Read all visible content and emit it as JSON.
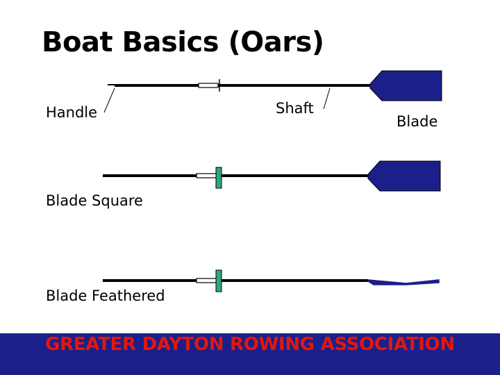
{
  "title": "Boat Basics (Oars)",
  "labels": {
    "handle": "Handle",
    "shaft": "Shaft",
    "blade": "Blade",
    "blade_square": "Blade Square",
    "blade_feathered": "Blade Feathered"
  },
  "footer": {
    "text": "GREATER DAYTON ROWING ASSOCIATION"
  },
  "colors": {
    "blade": "#1b1f8a",
    "button": "#2fa77b",
    "footer_bg": "#1b1f8a",
    "footer_text": "#e3170a"
  }
}
